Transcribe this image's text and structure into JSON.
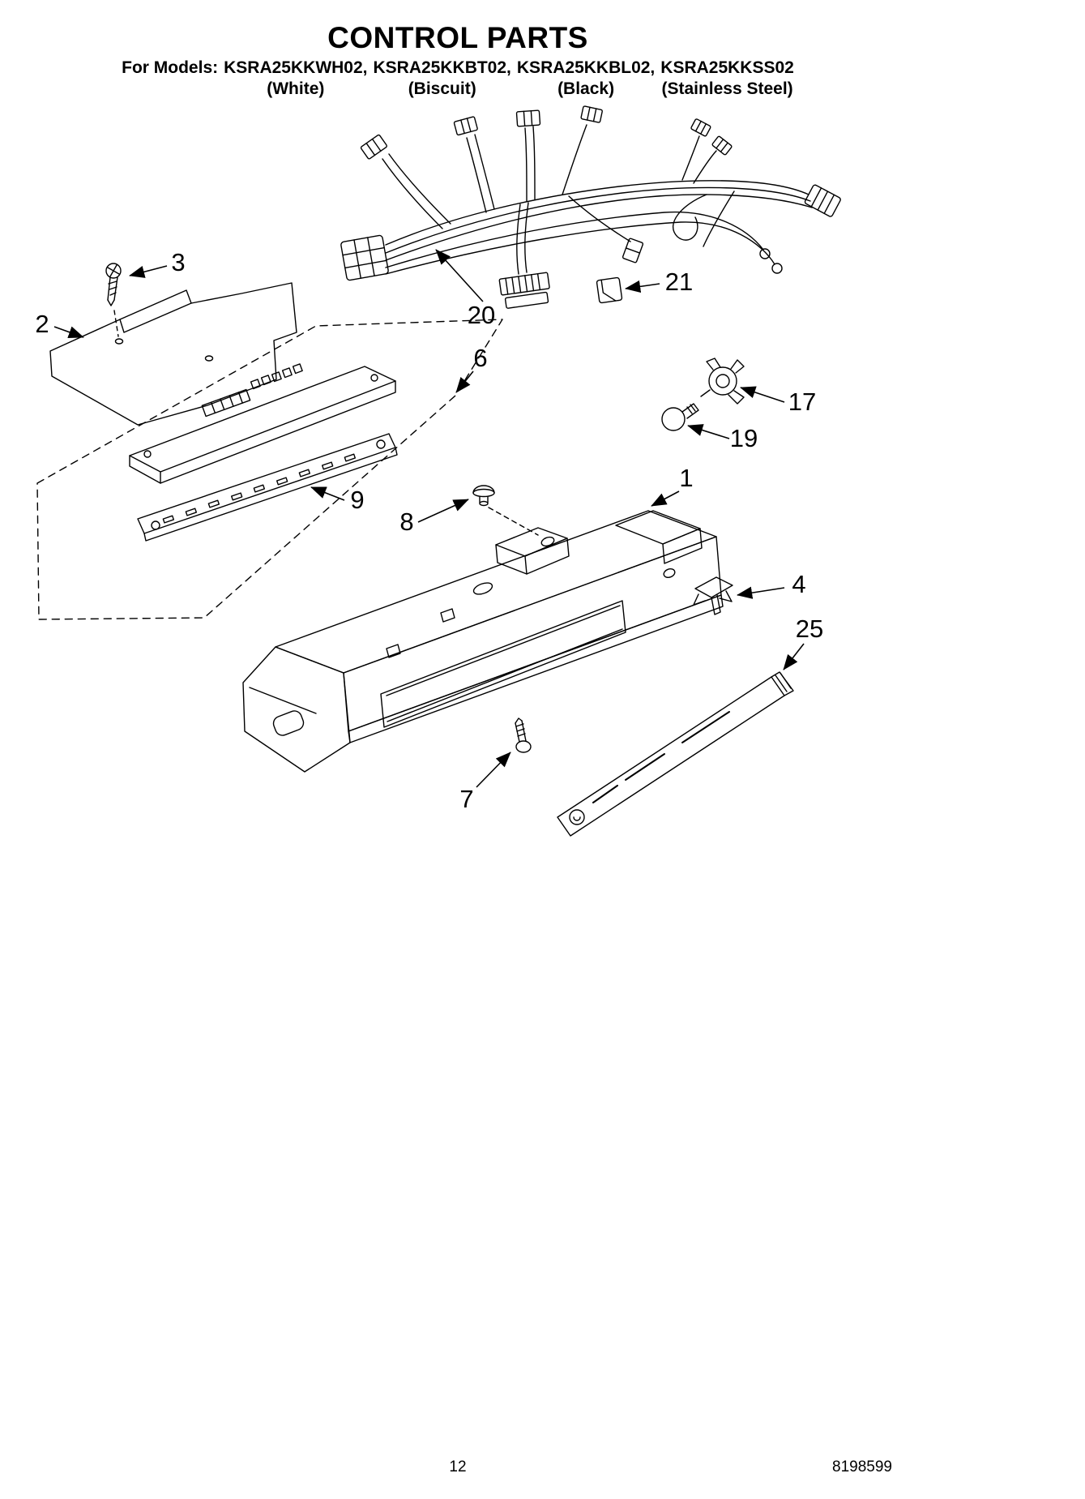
{
  "header": {
    "title": "CONTROL PARTS",
    "models_label": "For Models:",
    "models": [
      {
        "code": "KSRA25KKWH02,",
        "finish": "(White)"
      },
      {
        "code": "KSRA25KKBT02,",
        "finish": "(Biscuit)"
      },
      {
        "code": "KSRA25KKBL02,",
        "finish": "(Black)"
      },
      {
        "code": "KSRA25KKSS02",
        "finish": "(Stainless Steel)"
      }
    ]
  },
  "diagram": {
    "callouts": [
      {
        "number": "3"
      },
      {
        "number": "2"
      },
      {
        "number": "20"
      },
      {
        "number": "21"
      },
      {
        "number": "6"
      },
      {
        "number": "17"
      },
      {
        "number": "19"
      },
      {
        "number": "9"
      },
      {
        "number": "8"
      },
      {
        "number": "1"
      },
      {
        "number": "4"
      },
      {
        "number": "25"
      },
      {
        "number": "7"
      }
    ]
  },
  "footer": {
    "page_number": "12",
    "document_number": "8198599"
  }
}
